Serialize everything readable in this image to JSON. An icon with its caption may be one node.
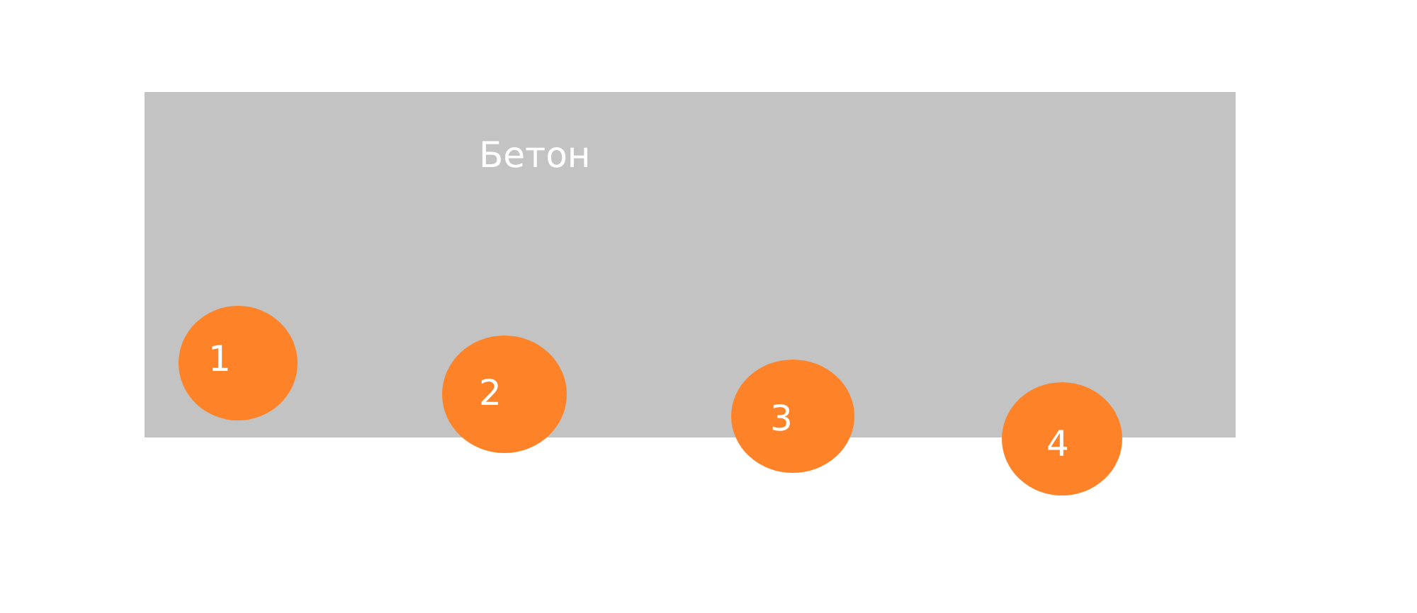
{
  "diagram": {
    "nodes": [
      {
        "text": [
          "Бетон"
        ]
      },
      {
        "text": [
          "1"
        ],
        "in": 0
      },
      {
        "text": [
          "2"
        ]
      },
      {
        "text": [
          "3"
        ]
      },
      {
        "text": [
          "4"
        ]
      }
    ],
    "edges": []
  }
}
